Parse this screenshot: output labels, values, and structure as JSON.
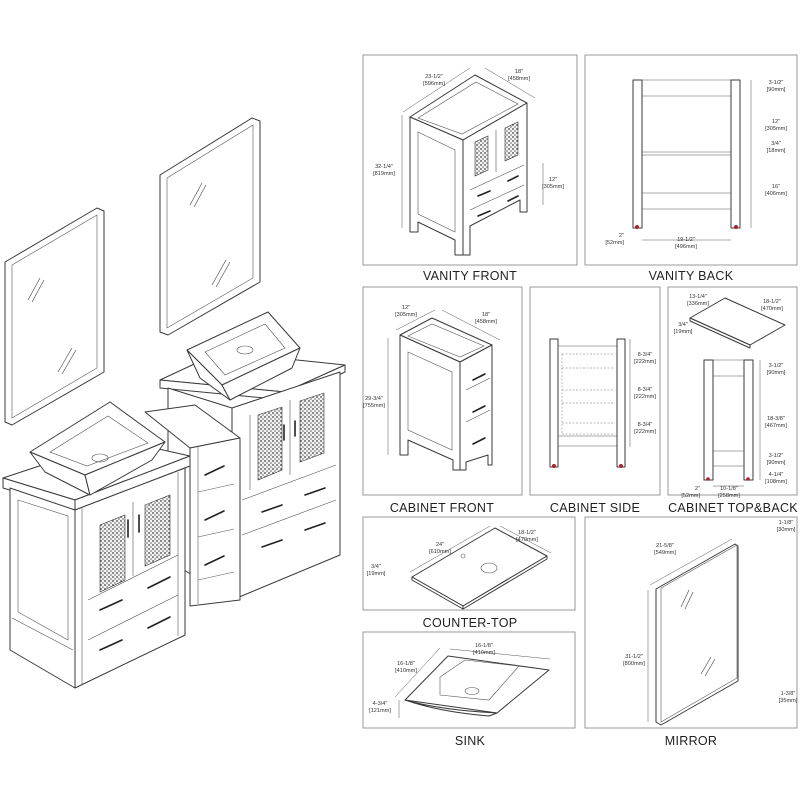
{
  "panels": {
    "vanity_front": {
      "caption": "VANITY FRONT",
      "dims": [
        {
          "in": "23-1/2\"",
          "mm": "[596mm]"
        },
        {
          "in": "18\"",
          "mm": "[458mm]"
        },
        {
          "in": "32-1/4\"",
          "mm": "[819mm]"
        },
        {
          "in": "12\"",
          "mm": "[305mm]"
        }
      ]
    },
    "vanity_back": {
      "caption": "VANITY BACK",
      "dims": [
        {
          "in": "3-1/2\"",
          "mm": "[90mm]"
        },
        {
          "in": "12\"",
          "mm": "[305mm]"
        },
        {
          "in": "3/4\"",
          "mm": "[18mm]"
        },
        {
          "in": "16\"",
          "mm": "[406mm]"
        },
        {
          "in": "2\"",
          "mm": "[52mm]"
        },
        {
          "in": "19-1/2\"",
          "mm": "[496mm]"
        }
      ]
    },
    "cabinet_front": {
      "caption": "CABINET FRONT",
      "dims": [
        {
          "in": "12\"",
          "mm": "[305mm]"
        },
        {
          "in": "18\"",
          "mm": "[458mm]"
        },
        {
          "in": "29-3/4\"",
          "mm": "[755mm]"
        }
      ]
    },
    "cabinet_side": {
      "caption": "CABINET SIDE",
      "dims": [
        {
          "in": "8-3/4\"",
          "mm": "[222mm]"
        },
        {
          "in": "8-3/4\"",
          "mm": "[222mm]"
        },
        {
          "in": "8-3/4\"",
          "mm": "[222mm]"
        }
      ]
    },
    "cabinet_top_back": {
      "caption": "CABINET TOP&BACK",
      "dims": [
        {
          "in": "13-1/4\"",
          "mm": "[336mm]"
        },
        {
          "in": "18-1/2\"",
          "mm": "[470mm]"
        },
        {
          "in": "3/4\"",
          "mm": "[19mm]"
        },
        {
          "in": "3-1/2\"",
          "mm": "[90mm]"
        },
        {
          "in": "18-3/8\"",
          "mm": "[467mm]"
        },
        {
          "in": "3-1/2\"",
          "mm": "[90mm]"
        },
        {
          "in": "4-1/4\"",
          "mm": "[108mm]"
        },
        {
          "in": "2\"",
          "mm": "[52mm]"
        },
        {
          "in": "10-1/8\"",
          "mm": "[258mm]"
        }
      ]
    },
    "counter_top": {
      "caption": "COUNTER-TOP",
      "dims": [
        {
          "in": "24\"",
          "mm": "[610mm]"
        },
        {
          "in": "18-1/2\"",
          "mm": "[470mm]"
        },
        {
          "in": "3/4\"",
          "mm": "[19mm]"
        }
      ]
    },
    "sink": {
      "caption": "SINK",
      "dims": [
        {
          "in": "16-1/8\"",
          "mm": "[410mm]"
        },
        {
          "in": "16-1/8\"",
          "mm": "[410mm]"
        },
        {
          "in": "4-3/4\"",
          "mm": "[121mm]"
        }
      ]
    },
    "mirror": {
      "caption": "MIRROR",
      "dims": [
        {
          "in": "1-1/8\"",
          "mm": "[30mm]"
        },
        {
          "in": "21-5/8\"",
          "mm": "[549mm]"
        },
        {
          "in": "31-1/2\"",
          "mm": "[800mm]"
        },
        {
          "in": "1-3/8\"",
          "mm": "[35mm]"
        }
      ]
    }
  },
  "colors": {
    "line": "#3a3a3a",
    "panel_border": "#9a9a9a",
    "foot": "#b0202a"
  }
}
